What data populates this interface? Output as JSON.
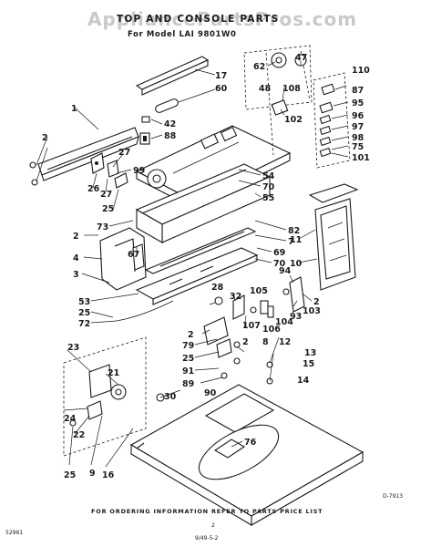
{
  "watermark": "AppliancePartsPros.com",
  "header": {
    "title": "TOP AND CONSOLE PARTS",
    "model": "For Model LAI 9801W0"
  },
  "footer": {
    "ordering_note": "FOR ORDERING INFORMATION REFER TO PARTS PRICE LIST",
    "diagram_code": "D-7913",
    "page_number": "2",
    "left_code": "52961",
    "bottom_code": "9/49-5-2"
  },
  "callouts": {
    "c17": "17",
    "c60": "60",
    "c42": "42",
    "c88": "88",
    "c27a": "27",
    "c99": "99",
    "c26": "26",
    "c27b": "27",
    "c1": "1",
    "c2a": "2",
    "c25a": "25",
    "c73": "73",
    "c2b": "2",
    "c4": "4",
    "c67": "67",
    "c3": "3",
    "c53": "53",
    "c25b": "25",
    "c72": "72",
    "c54": "54",
    "c70a": "70",
    "c55": "55",
    "c82": "82",
    "c7": "7",
    "c69": "69",
    "c70b": "70",
    "c11": "11",
    "c10": "10",
    "c62": "62",
    "c48": "48",
    "c108": "108",
    "c47": "47",
    "c102": "102",
    "c110": "110",
    "c87": "87",
    "c95": "95",
    "c96": "96",
    "c97": "97",
    "c98": "98",
    "c75": "75",
    "c101": "101",
    "c94": "94",
    "c2c": "2",
    "c105": "105",
    "c103": "103",
    "c93": "93",
    "c104": "104",
    "c106": "106",
    "c107": "107",
    "c28": "28",
    "c32": "32",
    "c2d": "2",
    "c79": "79",
    "c25c": "25",
    "c91": "91",
    "c89": "89",
    "c2e": "2",
    "c8": "8",
    "c90": "90",
    "c30": "30",
    "c12": "12",
    "c13": "13",
    "c15": "15",
    "c14": "14",
    "c23": "23",
    "c21": "21",
    "c24": "24",
    "c22": "22",
    "c25d": "25",
    "c9": "9",
    "c16": "16",
    "c76": "76"
  }
}
